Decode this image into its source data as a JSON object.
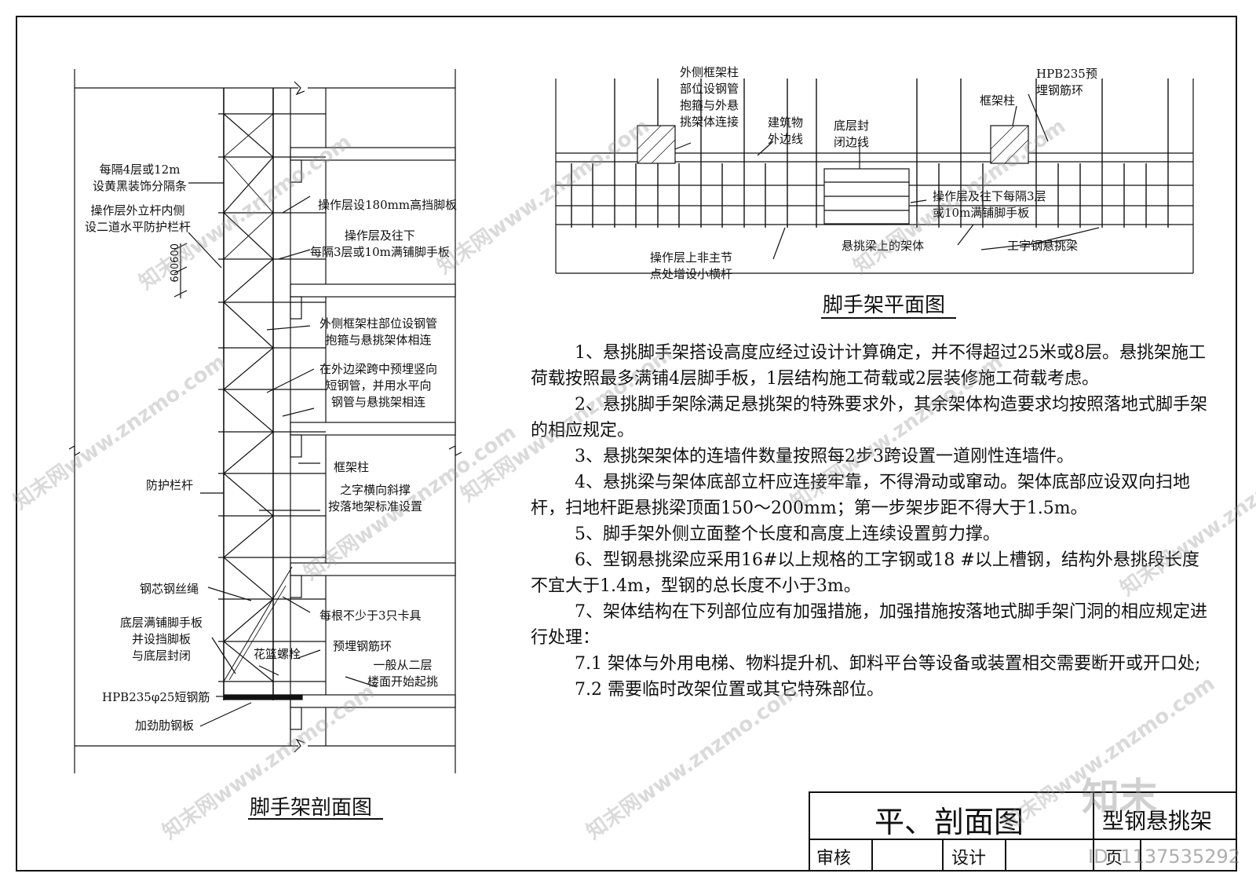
{
  "section": {
    "title": "脚手架剖面图",
    "labels": {
      "decor_strip": "每隔4层或12m\n设黄黑装饰分隔条",
      "inner_rail": "操作层外立杆内侧\n设二道水平防护栏杆",
      "toe_board": "操作层设180mm高挡脚板",
      "full_board": "操作层及往下\n每隔3层或10m满铺脚手板",
      "dim": "600600",
      "hoop": "外侧框架柱部位设钢管\n抱箍与悬挑架体相连",
      "embed_tube": "在外边梁跨中预埋竖向\n短钢管，并用水平向\n钢管与悬挑架相连",
      "column": "框架柱",
      "brace": "之字横向斜撑\n按落地架标准设置",
      "guardrail": "防护栏杆",
      "wire_rope": "钢芯钢丝绳",
      "clamps": "每根不少于3只卡具",
      "bottom_board": "底层满铺脚手板\n并设挡脚板\n与底层封闭",
      "turnbuckle": "花篮螺栓",
      "embed_ring": "预埋钢筋环",
      "start_floor": "一般从二层\n楼面开始起挑",
      "short_bar": "HPB235φ25短钢筋",
      "stiffener": "加劲肋钢板"
    }
  },
  "plan": {
    "title": "脚手架平面图",
    "labels": {
      "outer_col": "外侧框架柱\n部位设钢管\n抱箍与外悬\n挑架体连接",
      "building_edge": "建筑物\n外边线",
      "bottom_close": "底层封\n闭边线",
      "frame_col": "框架柱",
      "hpb_ring": "HPB235预\n埋钢筋环",
      "full_board": "操作层及往下每隔3层\n或10m满铺脚手板",
      "small_bar": "操作层上非主节\n点处增设小横杆",
      "frame_on_beam": "悬挑梁上的架体",
      "i_beam": "工字钢悬挑梁"
    }
  },
  "notes": [
    {
      "indent": true,
      "text": "1、悬挑脚手架搭设高度应经过设计计算确定，并不得超过25米或8层。悬挑架施工荷载按照最多满铺4层脚手板，1层结构施工荷载或2层装修施工荷载考虑。"
    },
    {
      "indent": true,
      "text": "2、悬挑脚手架除满足悬挑架的特殊要求外，其余架体构造要求均按照落地式脚手架的相应规定。"
    },
    {
      "indent": true,
      "text": "3、悬挑架架体的连墙件数量按照每2步3跨设置一道刚性连墙件。"
    },
    {
      "indent": true,
      "text": "4、悬挑梁与架体底部立杆应连接牢靠，不得滑动或窜动。架体底部应设双向扫地杆，扫地杆距悬挑梁顶面150～200mm；第一步架步距不得大于1.5m。"
    },
    {
      "indent": true,
      "text": "5、脚手架外侧立面整个长度和高度上连续设置剪力撑。"
    },
    {
      "indent": true,
      "text": "6、型钢悬挑梁应采用16#以上规格的工字钢或18 #以上槽钢，结构外悬挑段长度不宜大于1.4m，型钢的总长度不小于3m。"
    },
    {
      "indent": true,
      "text": "7、架体结构在下列部位应有加强措施，加强措施按落地式脚手架门洞的相应规定进行处理："
    },
    {
      "indent": true,
      "text": "7.1  架体与外用电梯、物料提升机、卸料平台等设备或装置相交需要断开或开口处;"
    },
    {
      "indent": true,
      "text": "7.2  需要临时改架位置或其它特殊部位。"
    }
  ],
  "title_block": {
    "name": "平、剖面图",
    "subject": "型钢悬挑架",
    "review": "审核",
    "design": "设计",
    "page": "页"
  },
  "watermark": {
    "brand": "知末网www.znzmo.com",
    "logo": "知末",
    "id": "ID: 1137535292"
  }
}
